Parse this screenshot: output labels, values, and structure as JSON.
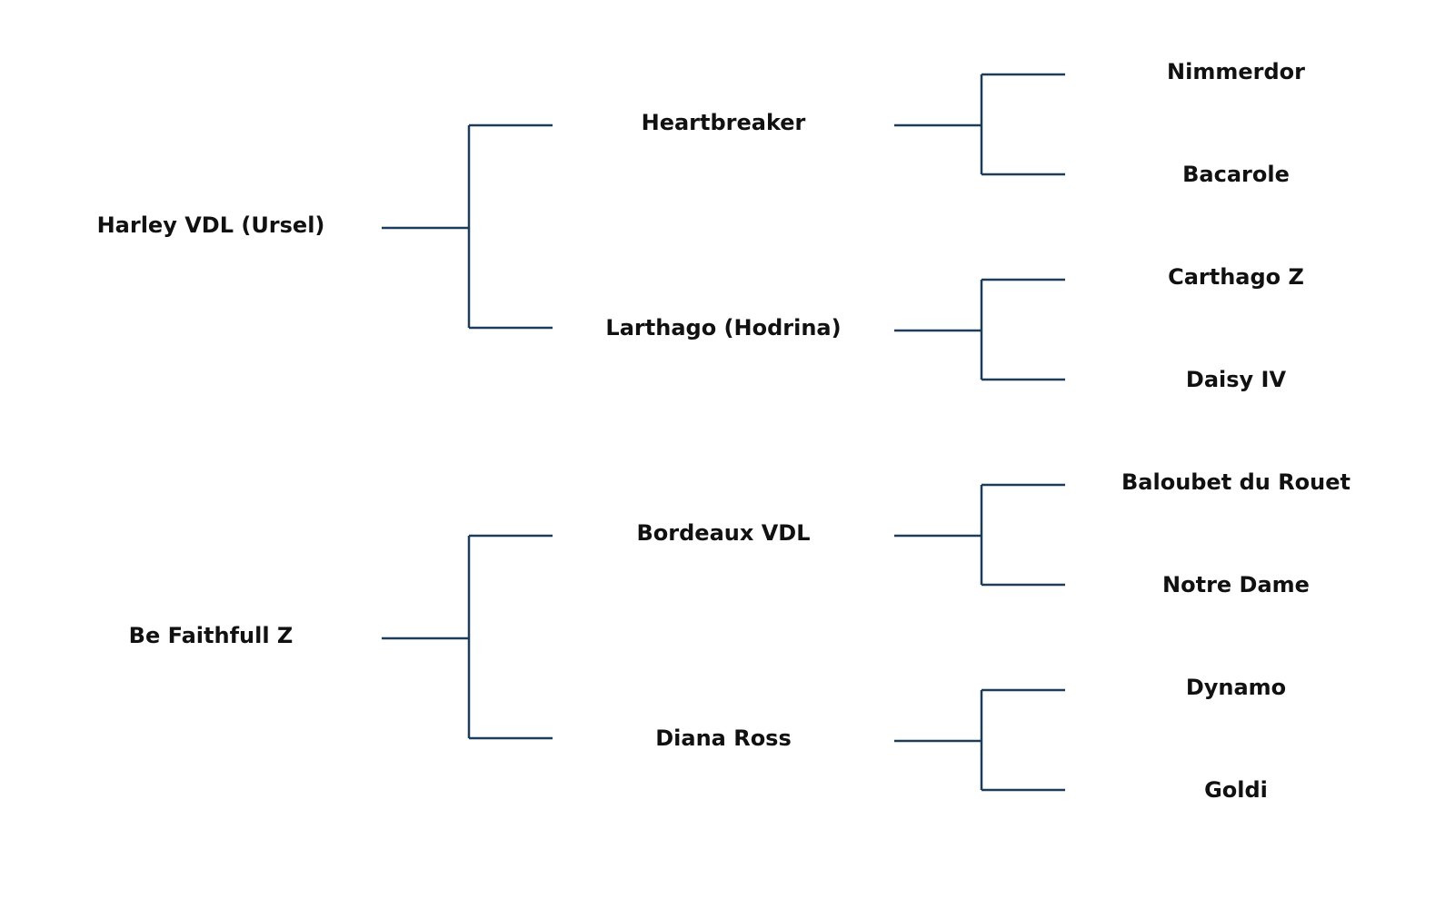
{
  "pedigree": {
    "parents": [
      {
        "name": "Harley VDL (Ursel)",
        "parents": [
          {
            "name": "Heartbreaker",
            "parents": [
              {
                "name": "Nimmerdor"
              },
              {
                "name": "Bacarole"
              }
            ]
          },
          {
            "name": "Larthago (Hodrina)",
            "parents": [
              {
                "name": "Carthago Z"
              },
              {
                "name": "Daisy IV"
              }
            ]
          }
        ]
      },
      {
        "name": "Be Faithfull Z",
        "parents": [
          {
            "name": "Bordeaux VDL",
            "parents": [
              {
                "name": "Baloubet du Rouet"
              },
              {
                "name": "Notre Dame"
              }
            ]
          },
          {
            "name": "Diana Ross",
            "parents": [
              {
                "name": "Dynamo"
              },
              {
                "name": "Goldi"
              }
            ]
          }
        ]
      }
    ],
    "line_color": "#1d3c5c"
  }
}
